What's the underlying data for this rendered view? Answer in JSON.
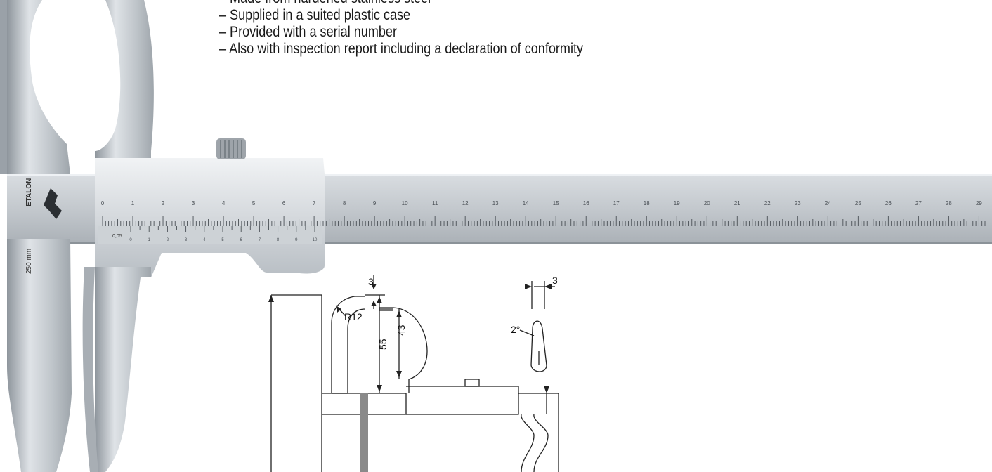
{
  "features": [
    "– Made from hardened stainless steel",
    "– Supplied in a suited plastic case",
    "– Provided with a serial number",
    "– Also with inspection report including a declaration of conformity"
  ],
  "caliper": {
    "brand": "ETALON",
    "range_label": "250 mm",
    "vernier_label": "0,05",
    "main_scale_labels": [
      "0",
      "1",
      "2",
      "3",
      "4",
      "5",
      "6",
      "7",
      "8",
      "9",
      "10",
      "11",
      "12",
      "13",
      "14",
      "15",
      "16",
      "17",
      "18",
      "19",
      "20",
      "21",
      "22",
      "23",
      "24",
      "25",
      "26",
      "27",
      "28",
      "29"
    ],
    "vernier_scale_labels": [
      "0",
      "1",
      "2",
      "3",
      "4",
      "5",
      "6",
      "7",
      "8",
      "9",
      "10"
    ]
  },
  "drawing": {
    "dim_top_gap": "3",
    "dim_radius": "R12",
    "dim_jaw_depth": "55",
    "dim_inner_jaw": "43",
    "dim_tip_width": "3",
    "dim_angle": "2°"
  }
}
